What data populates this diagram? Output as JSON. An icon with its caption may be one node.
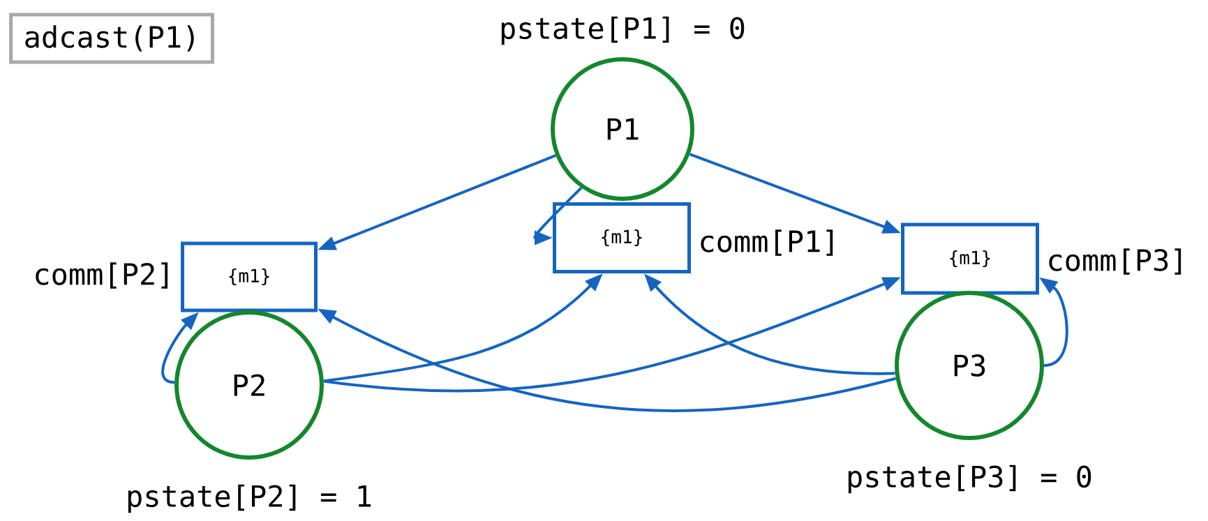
{
  "diagram": {
    "nodes": [
      {
        "text": [
          "adcast(P1)"
        ]
      },
      {
        "text": [
          "P1"
        ],
        "beside": [
          "pstate[P1] = 0"
        ]
      },
      {
        "text": [
          "{m1}"
        ],
        "beside": [
          "comm[P1]"
        ]
      },
      {
        "text": [
          "{m1}"
        ],
        "beside": [
          "comm[P2]"
        ]
      },
      {
        "text": [
          "{m1}"
        ],
        "beside": [
          "comm[P3]"
        ]
      },
      {
        "text": [
          "P2"
        ],
        "beside": [
          "pstate[P2] = 1"
        ]
      },
      {
        "text": [
          "P3"
        ],
        "beside": [
          "pstate[P3] = 0"
        ]
      }
    ],
    "edges": [
      {
        "from": 1,
        "to": 3,
        "arrow": "to"
      },
      {
        "from": 1,
        "to": 2,
        "arrow": "to"
      },
      {
        "from": 1,
        "to": 4,
        "arrow": "to"
      },
      {
        "from": 5,
        "to": 3,
        "arrow": "to"
      },
      {
        "from": 5,
        "to": 2,
        "arrow": "to"
      },
      {
        "from": 5,
        "to": 4,
        "arrow": "to"
      },
      {
        "from": 6,
        "to": 2,
        "arrow": "to"
      },
      {
        "from": 6,
        "to": 3,
        "arrow": "to"
      },
      {
        "from": 6,
        "to": 4,
        "arrow": "to"
      }
    ]
  }
}
